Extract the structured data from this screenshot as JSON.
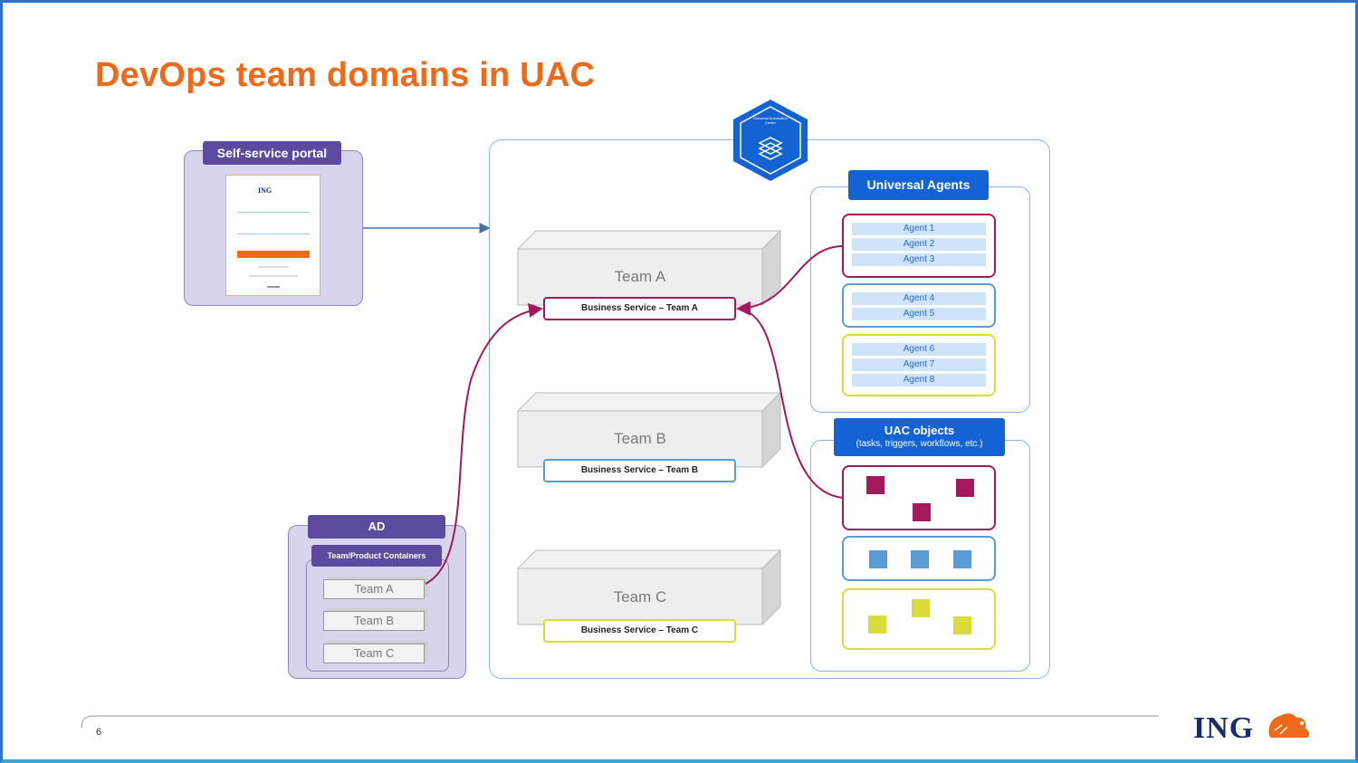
{
  "slide": {
    "title": "DevOps team domains in UAC",
    "page_number": "6",
    "logo_text": "ING"
  },
  "portal": {
    "label": "Self-service portal",
    "login_logo": "ING"
  },
  "uac_center": {
    "label": "Universal Automation Center"
  },
  "teams": [
    {
      "name": "Team A",
      "business_service": "Business Service – Team A",
      "color": "#a3195b"
    },
    {
      "name": "Team B",
      "business_service": "Business Service – Team B",
      "color": "#5b9bd5"
    },
    {
      "name": "Team C",
      "business_service": "Business Service – Team C",
      "color": "#d9dc3a"
    }
  ],
  "universal_agents": {
    "label": "Universal Agents",
    "groups": [
      {
        "color": "#a3195b",
        "agents": [
          "Agent 1",
          "Agent 2",
          "Agent 3"
        ]
      },
      {
        "color": "#5b9bd5",
        "agents": [
          "Agent 4",
          "Agent 5"
        ]
      },
      {
        "color": "#d9dc3a",
        "agents": [
          "Agent 6",
          "Agent 7",
          "Agent 8"
        ]
      }
    ]
  },
  "uac_objects": {
    "label": "UAC objects",
    "sublabel": "(tasks, triggers, workflows, etc.)",
    "colors": [
      "#a3195b",
      "#5b9bd5",
      "#d9dc3a"
    ]
  },
  "ad": {
    "label": "AD",
    "containers_label": "Team/Product Containers",
    "teams": [
      "Team A",
      "Team B",
      "Team C"
    ]
  },
  "colors": {
    "title": "#ee6a1a",
    "purple_label": "#5b4a9e",
    "blue_label": "#1463d4",
    "connector": "#a3195b"
  }
}
